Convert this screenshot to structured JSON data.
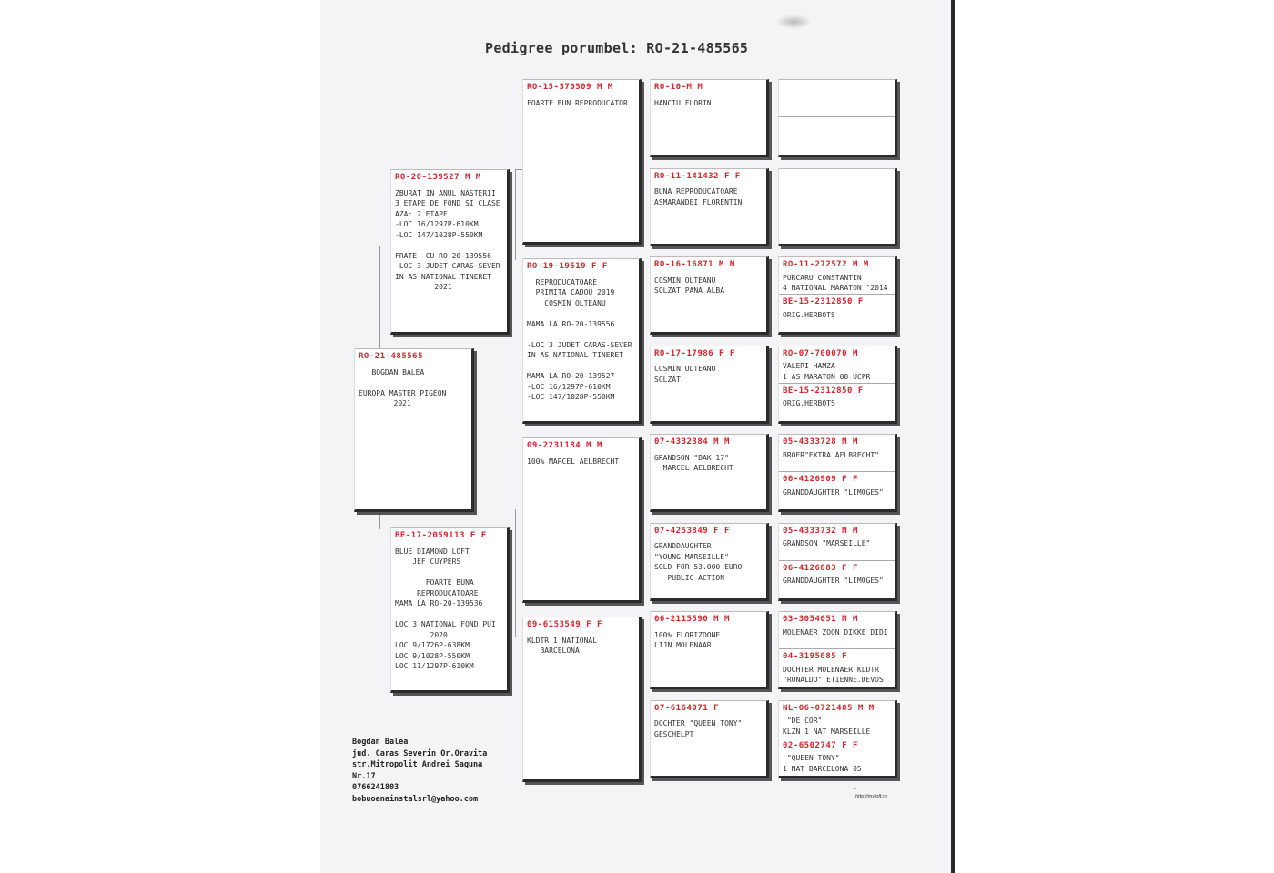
{
  "title": "Pedigree porumbel: RO-21-485565",
  "subject": {
    "id": "RO-21-485565",
    "lines": [
      "   BOGDAN BALEA",
      "",
      "EUROPA MASTER PIGEON",
      "        2021"
    ]
  },
  "sire": {
    "id": "RO-20-139527 M M",
    "lines": [
      "ZBURAT IN ANUL NASTERII",
      "3 ETAPE DE FOND SI CLASE",
      "AZA: 2 ETAPE",
      "-LOC 16/1297P-610KM",
      "-LOC 147/1028P-550KM",
      "",
      "FRATE  CU RO-20-139556",
      "-LOC 3 JUDET CARAS-SEVER",
      "IN AS NATIONAL TINERET",
      "         2021"
    ]
  },
  "dam": {
    "id": "BE-17-2059113 F F",
    "lines": [
      "BLUE DIAMOND LOFT",
      "    JEF CUYPERS",
      "",
      "       FOARTE BUNA",
      "     REPRODUCATOARE",
      "MAMA LA RO-20-139536",
      "",
      "LOC 3 NATIONAL FOND PUI",
      "        2020",
      "LOC 9/1726P-638KM",
      "LOC 9/1028P-550KM",
      "LOC 11/1297P-610KM"
    ]
  },
  "gen3": [
    {
      "id": "RO-15-370509 M M",
      "lines": [
        "FOARTE BUN REPRODUCATOR"
      ]
    },
    {
      "id": "RO-19-19519 F F",
      "lines": [
        "  REPRODUCATOARE",
        "  PRIMITA CADOU 2019",
        "    COSMIN OLTEANU",
        "",
        "MAMA LA RO-20-139556",
        "",
        "-LOC 3 JUDET CARAS-SEVER",
        "IN AS NATIONAL TINERET",
        "",
        "MAMA LA RO-20-139527",
        "-LOC 16/1297P-610KM",
        "-LOC 147/1028P-550KM"
      ]
    },
    {
      "id": "09-2231184 M M",
      "lines": [
        "100% MARCEL AELBRECHT"
      ]
    },
    {
      "id": "09-6153549 F F",
      "lines": [
        "KLDTR 1 NATIONAL",
        "   BARCELONA"
      ]
    }
  ],
  "gen4": [
    {
      "id": "RO-10-M M",
      "lines": [
        "HANCIU FLORIN"
      ]
    },
    {
      "id": "RO-11-141432 F F",
      "lines": [
        "BUNA REPRODUCATOARE",
        "ASMARANDEI FLORENTIN"
      ]
    },
    {
      "id": "RO-16-16871 M M",
      "lines": [
        "COSMIN OLTEANU",
        "SOLZAT PANA ALBA"
      ]
    },
    {
      "id": "RO-17-17986 F F",
      "lines": [
        "COSMIN OLTEANU",
        "SOLZAT"
      ]
    },
    {
      "id": "07-4332384 M M",
      "lines": [
        "GRANDSON \"BAK 17\"",
        "  MARCEL AELBRECHT"
      ]
    },
    {
      "id": "07-4253849 F F",
      "lines": [
        "GRANDDAUGHTER",
        "\"YOUNG MARSEILLE\"",
        "SOLD FOR 53.000 EURO",
        "   PUBLIC ACTION"
      ]
    },
    {
      "id": "06-2115590 M M",
      "lines": [
        "100% FLORIZOONE",
        "LIJN MOLENAAR"
      ]
    },
    {
      "id": "07-6164071 F",
      "lines": [
        "DOCHTER \"QUEEN TONY\"",
        "GESCHELPT"
      ]
    }
  ],
  "gen5": [
    {
      "top": {
        "id": "",
        "lines": []
      },
      "bottom": {
        "id": "",
        "lines": []
      }
    },
    {
      "top": {
        "id": "",
        "lines": []
      },
      "bottom": {
        "id": "",
        "lines": []
      }
    },
    {
      "top": {
        "id": "RO-11-272572 M M",
        "lines": [
          "PURCARU CONSTANTIN",
          "4 NATIONAL MARATON \"2014"
        ]
      },
      "bottom": {
        "id": "BE-15-2312850 F",
        "lines": [
          "ORIG.HERBOTS"
        ]
      }
    },
    {
      "top": {
        "id": "RO-07-700070 M",
        "lines": [
          "VALERI HAMZA",
          "1 AS MARATON 08 UCPR"
        ]
      },
      "bottom": {
        "id": "BE-15-2312850 F",
        "lines": [
          "ORIG.HERBOTS"
        ]
      }
    },
    {
      "top": {
        "id": "05-4333728 M M",
        "lines": [
          "BROER\"EXTRA AELBRECHT\""
        ]
      },
      "bottom": {
        "id": "06-4126909 F F",
        "lines": [
          "GRANDDAUGHTER \"LIMOGES\""
        ]
      }
    },
    {
      "top": {
        "id": "05-4333732 M M",
        "lines": [
          "GRANDSON \"MARSEILLE\""
        ]
      },
      "bottom": {
        "id": "06-4126883 F F",
        "lines": [
          "GRANDDAUGHTER \"LIMOGES\""
        ]
      }
    },
    {
      "top": {
        "id": "03-3054051 M M",
        "lines": [
          "MOLENAER ZOON DIKKE DIDI"
        ]
      },
      "bottom": {
        "id": "04-3195085 F",
        "lines": [
          "DOCHTER MOLENAER KLDTR",
          "\"RONALDO\" ETIENNE.DEVOS"
        ]
      }
    },
    {
      "top": {
        "id": "NL-06-0721405 M M",
        "lines": [
          " \"DE COR\"",
          "KLZN 1 NAT MARSEILLE"
        ]
      },
      "bottom": {
        "id": "02-6502747 F F",
        "lines": [
          " \"QUEEN TONY\"",
          "1 NAT BARCELONA 05"
        ]
      }
    }
  ],
  "footer": {
    "lines": [
      "Bogdan Balea",
      "jud. Caras Severin Or.Oravita",
      "str.Mitropolit Andrei Saguna",
      "Nr.17",
      "0766241803",
      "bobuoanainstalsrl@yahoo.com"
    ]
  },
  "url": "http://myloft.ro",
  "colors": {
    "id_red": "#d8242c",
    "text": "#333333",
    "paper": "#f4f4f6"
  }
}
